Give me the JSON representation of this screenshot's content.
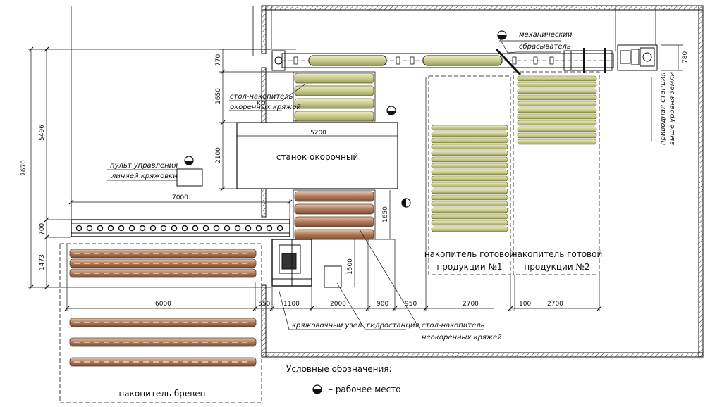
{
  "labels": {
    "mech_dropper_1": "механический",
    "mech_dropper_2": "сбрасыватель",
    "table_barked_1": "стол-накопитель",
    "table_barked_2": "окоренных кряжей",
    "table_barked_3": "кр",
    "debarker": "станок окорочный",
    "control_panel_1": "пульт управления",
    "control_panel_2": "линией кряжовки",
    "store_ready_1_a": "накопитель готовой",
    "store_ready_1_b": "продукции №1",
    "store_ready_2_a": "накопитель готовой",
    "store_ready_2_b": "продукции №2",
    "drive_station_1": "приводная станция",
    "drive_station_2": "выше уровня земли",
    "bucking_unit": "кряжовочный узел",
    "hydro_station": "гидростанция",
    "table_unbarked_1": "стол-накопитель",
    "table_unbarked_2": "неокоренных кряжей",
    "log_store": "накопитель бревен",
    "legend_title": "Условные обозначения:",
    "legend_workplace": "– рабочее место"
  },
  "dimensions": {
    "d7670": "7670",
    "d5496": "5496",
    "d770": "770",
    "d1650_top": "1650",
    "d2100": "2100",
    "d5200": "5200",
    "d7000": "7000",
    "d700": "700",
    "d1473": "1473",
    "d1650_mid": "1650",
    "d1500": "1500",
    "d6000": "6000",
    "d550": "550",
    "d1100": "1100",
    "d2000": "2000",
    "d900": "900",
    "d950": "950",
    "d2700_a": "2700",
    "d100": "100",
    "d2700_b": "2700",
    "d780": "780"
  },
  "colors": {
    "log_brown": "#b07a5a",
    "log_green": "#c9cc8c",
    "line": "#111111"
  }
}
